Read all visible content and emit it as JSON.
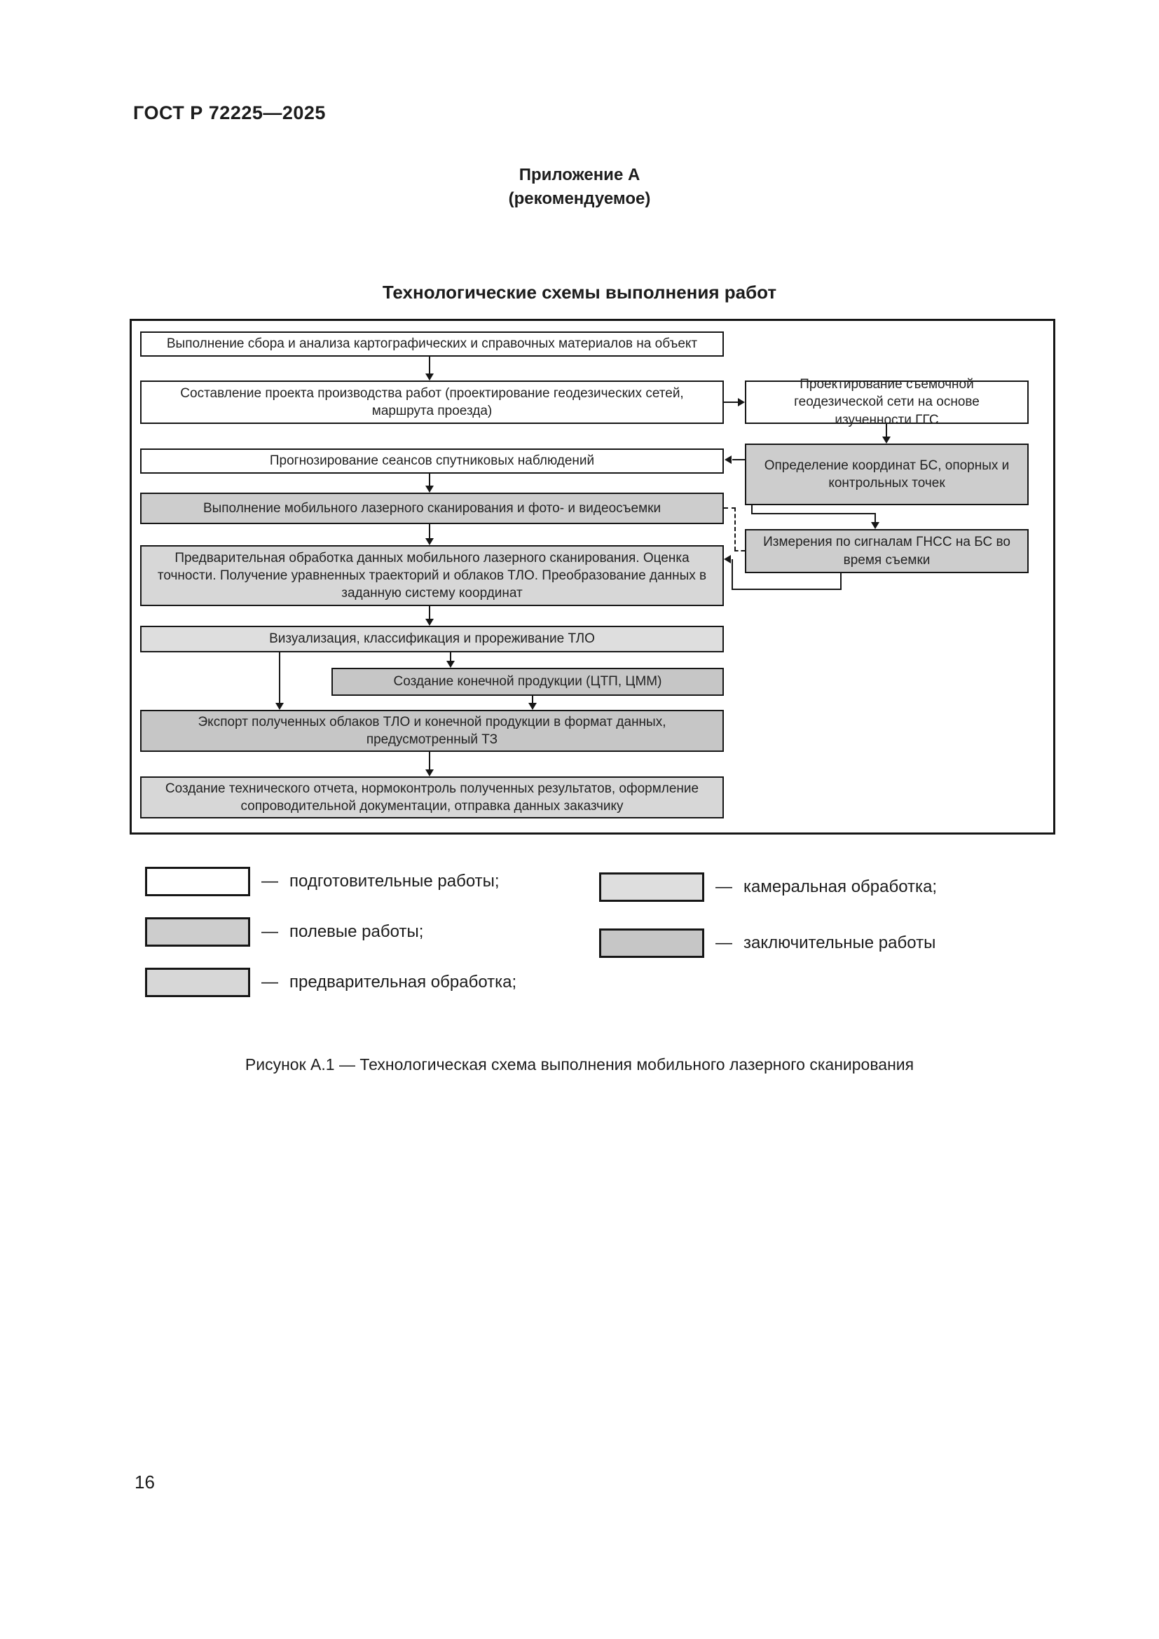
{
  "page": {
    "doc_number": "ГОСТ Р 72225—2025",
    "page_number": "16"
  },
  "appendix": {
    "title": "Приложение А",
    "subtitle": "(рекомендуемое)"
  },
  "figure": {
    "title": "Технологические схемы выполнения работ",
    "caption": "Рисунок А.1 — Технологическая схема выполнения мобильного лазерного сканирования"
  },
  "flowchart": {
    "nodes": {
      "collect": {
        "text": "Выполнение сбора и анализа картографических и справочных материалов на объект",
        "category": "подготовительные работы"
      },
      "project": {
        "text": "Составление проекта производства работ (проектирование геодезических сетей, маршрута проезда)",
        "category": "подготовительные работы"
      },
      "network_design": {
        "text": "Проектирование съемочной геодезической сети на основе изученности ГГС",
        "category": "подготовительные работы"
      },
      "forecast": {
        "text": "Прогнозирование сеансов спутниковых наблюдений",
        "category": "подготовительные работы"
      },
      "coords": {
        "text": "Определение координат БС, опорных и контрольных точек",
        "category": "полевые работы"
      },
      "scanning": {
        "text": "Выполнение мобильного лазерного сканирования и фото- и видеосъемки",
        "category": "полевые работы"
      },
      "gnss": {
        "text": "Измерения по сигналам ГНСС на БС во время съемки",
        "category": "полевые работы"
      },
      "preprocessing": {
        "text": "Предварительная обработка данных мобильного лазерного сканирования. Оценка точности. Получение уравненных траекторий и облаков ТЛО. Преобразование данных в заданную систему координат",
        "category": "предварительная обработка"
      },
      "visualization": {
        "text": "Визуализация, классификация и прореживание ТЛО",
        "category": "камеральная обработка"
      },
      "production": {
        "text": "Создание конечной продукции (ЦТП, ЦММ)",
        "category": "камеральная обработка"
      },
      "export": {
        "text": "Экспорт полученных облаков ТЛО и конечной продукции в формат данных, предусмотренный ТЗ",
        "category": "заключительные работы"
      },
      "report": {
        "text": "Создание технического отчета, нормоконтроль полученных результатов, оформление сопроводительной документации, отправка данных заказчику",
        "category": "заключительные работы"
      }
    }
  },
  "legend": {
    "dash": "—",
    "items": {
      "preparatory": {
        "label": "подготовительные работы;",
        "fill": "#ffffff"
      },
      "field": {
        "label": "полевые работы;",
        "fill": "#cdcdcd"
      },
      "preliminary": {
        "label": "предварительная обработка;",
        "fill": "#d7d7d7"
      },
      "office": {
        "label": "камеральная обработка;",
        "fill": "#dedede"
      },
      "final": {
        "label": "заключительные работы",
        "fill": "#c6c6c6"
      }
    }
  },
  "colors": {
    "line": "#161616",
    "background": "#ffffff"
  }
}
